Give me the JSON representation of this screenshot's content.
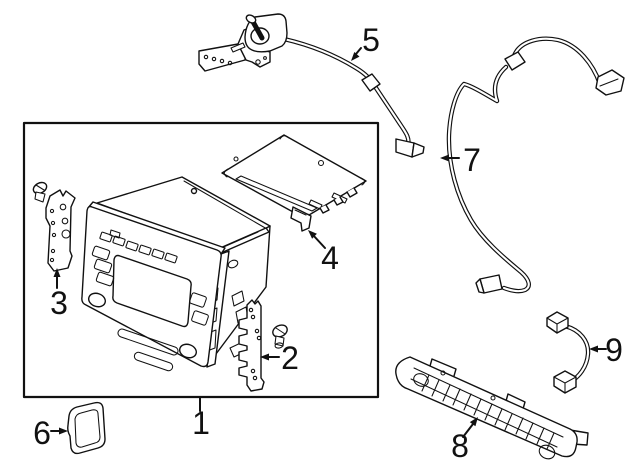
{
  "figure": {
    "background": "#ffffff",
    "line_color": "#111111",
    "callouts": [
      {
        "num": "1"
      },
      {
        "num": "2"
      },
      {
        "num": "3"
      },
      {
        "num": "4"
      },
      {
        "num": "5"
      },
      {
        "num": "6"
      },
      {
        "num": "7"
      },
      {
        "num": "8"
      },
      {
        "num": "9"
      }
    ]
  }
}
